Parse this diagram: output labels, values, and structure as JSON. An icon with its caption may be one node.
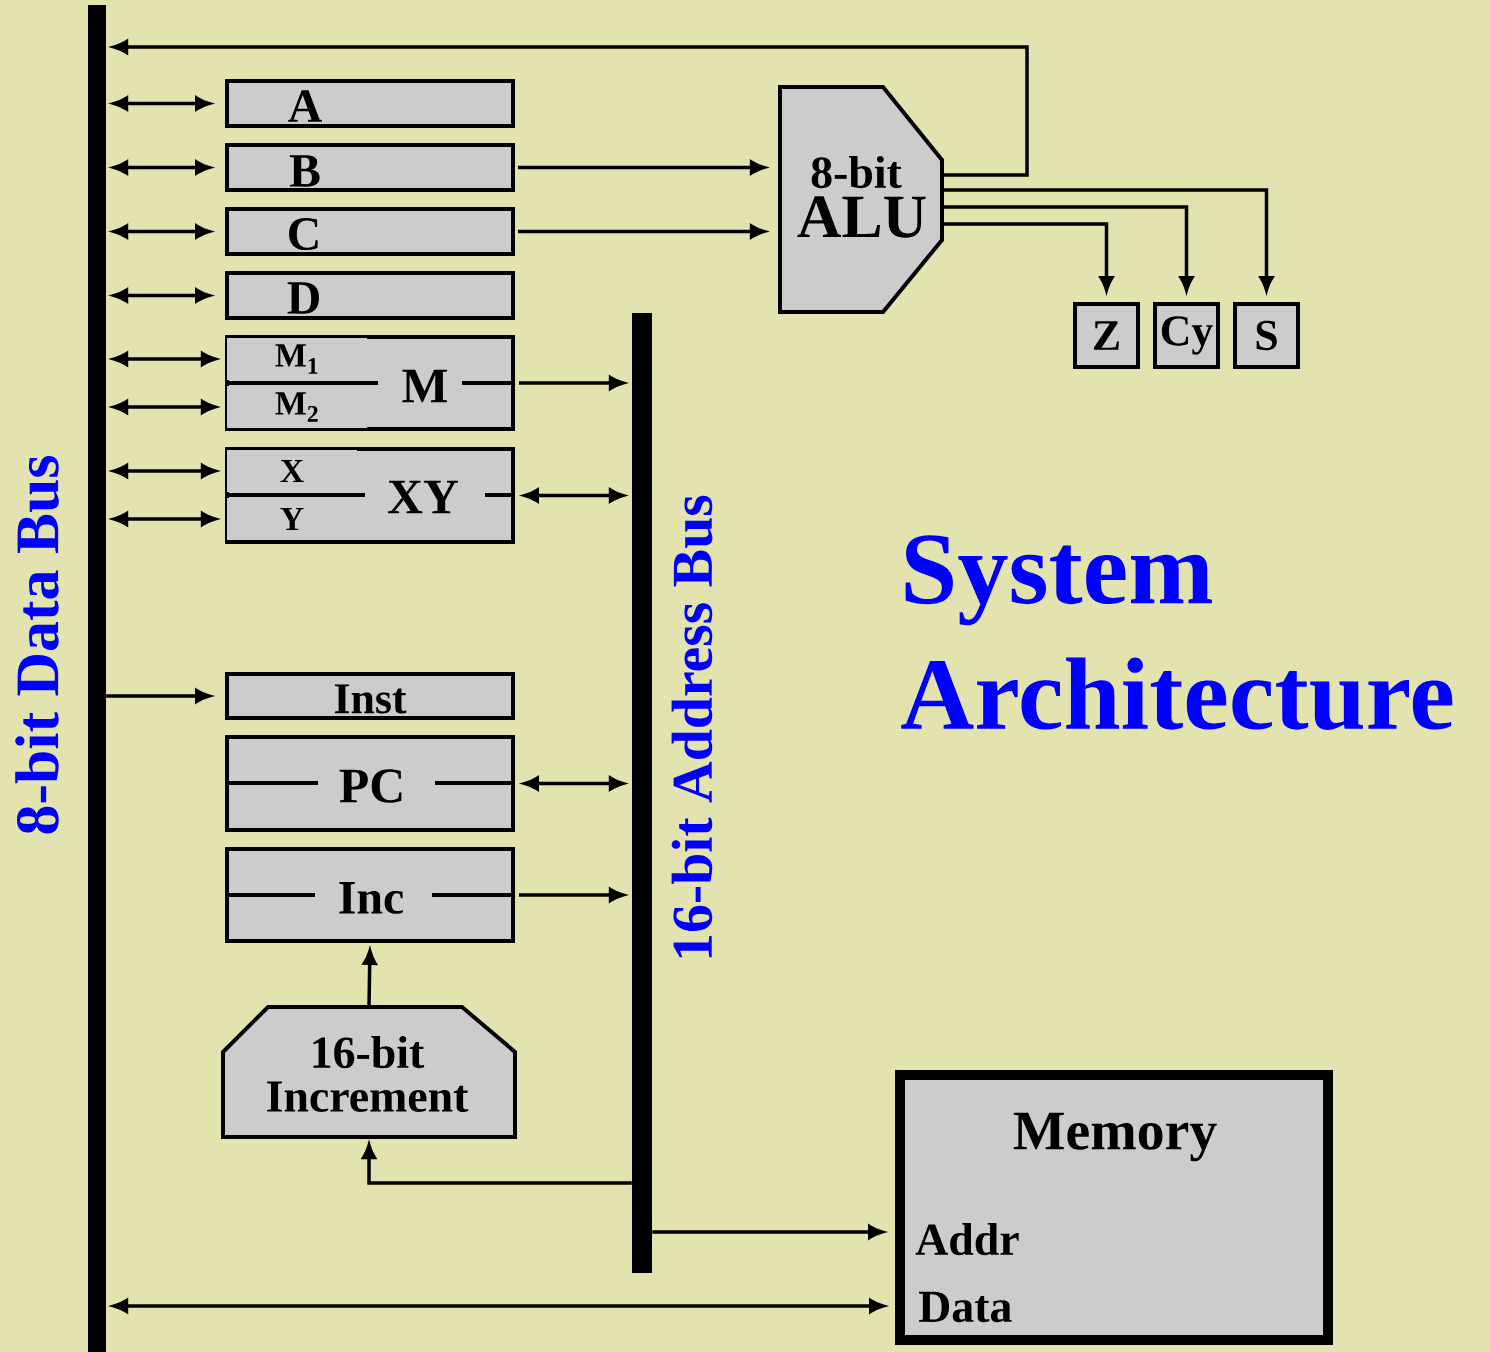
{
  "diagram": {
    "title": "System Architecture",
    "nodes": [
      {
        "text": [
          "8-bit Data Bus"
        ]
      },
      {
        "text": [
          "A"
        ]
      },
      {
        "text": [
          "B"
        ]
      },
      {
        "text": [
          "C"
        ]
      },
      {
        "text": [
          "D"
        ]
      },
      {
        "text": [
          "M"
        ]
      },
      {
        "text": [
          "M$_{1}$"
        ],
        "in": 5
      },
      {
        "text": [
          "M$_{2}$"
        ],
        "in": 5
      },
      {
        "text": [
          "XY"
        ]
      },
      {
        "text": [
          "X"
        ],
        "in": 8
      },
      {
        "text": [
          "Y"
        ],
        "in": 8
      },
      {
        "text": [
          "Inst"
        ]
      },
      {
        "text": [
          "PC"
        ]
      },
      {
        "text": [
          "Inc"
        ]
      },
      {
        "text": [
          "16-bit Increment"
        ]
      },
      {
        "text": [
          "16-bit Address Bus"
        ]
      },
      {
        "text": [
          "8-bit",
          "ALU"
        ]
      },
      {
        "text": [
          "Z"
        ]
      },
      {
        "text": [
          "Cy"
        ]
      },
      {
        "text": [
          "S"
        ]
      },
      {
        "text": [
          "Memory",
          "Addr",
          "Data"
        ]
      }
    ],
    "edges": [
      {
        "from": 16,
        "to": 0,
        "arrow": "to"
      },
      {
        "from": 0,
        "to": 1,
        "arrow": "both"
      },
      {
        "from": 0,
        "to": 2,
        "arrow": "both"
      },
      {
        "from": 0,
        "to": 3,
        "arrow": "both"
      },
      {
        "from": 0,
        "to": 4,
        "arrow": "both"
      },
      {
        "from": 0,
        "to": 6,
        "arrow": "both"
      },
      {
        "from": 0,
        "to": 7,
        "arrow": "both"
      },
      {
        "from": 0,
        "to": 9,
        "arrow": "both"
      },
      {
        "from": 0,
        "to": 10,
        "arrow": "both"
      },
      {
        "from": 0,
        "to": 11,
        "arrow": "to"
      },
      {
        "from": 0,
        "to": 20,
        "arrow": "both"
      },
      {
        "from": 2,
        "to": 16,
        "arrow": "to"
      },
      {
        "from": 3,
        "to": 16,
        "arrow": "to"
      },
      {
        "from": 16,
        "to": 17,
        "arrow": "to"
      },
      {
        "from": 16,
        "to": 18,
        "arrow": "to"
      },
      {
        "from": 16,
        "to": 19,
        "arrow": "to"
      },
      {
        "from": 5,
        "to": 15,
        "arrow": "to"
      },
      {
        "from": 8,
        "to": 15,
        "arrow": "both"
      },
      {
        "from": 12,
        "to": 15,
        "arrow": "both"
      },
      {
        "from": 13,
        "to": 15,
        "arrow": "to"
      },
      {
        "from": 14,
        "to": 13,
        "arrow": "to"
      },
      {
        "from": 15,
        "to": 14,
        "arrow": "to"
      },
      {
        "from": 15,
        "to": 20,
        "arrow": "to"
      }
    ]
  }
}
